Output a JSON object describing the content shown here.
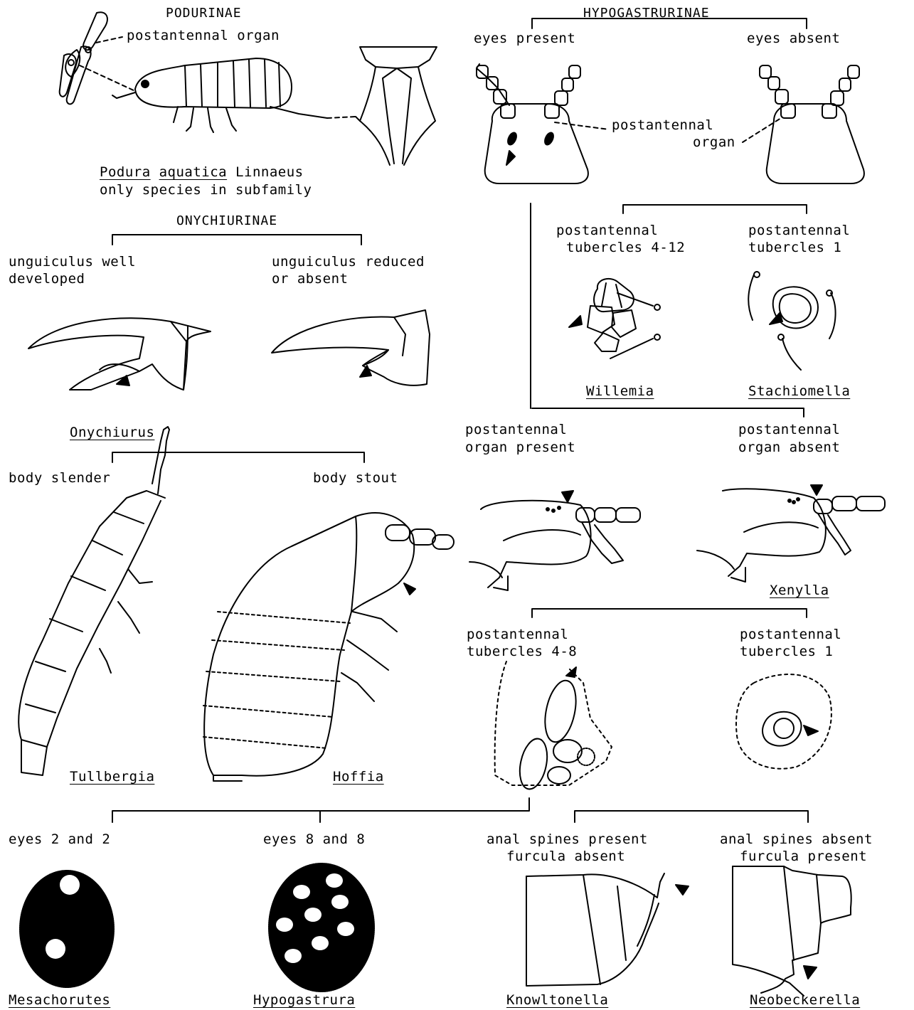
{
  "podurinae": {
    "heading": "PODURINAE",
    "postantennal_organ": "postantennal organ",
    "species_genus": "Podura",
    "species_epithet": "aquatica",
    "species_author": "Linnaeus",
    "note": "only species in subfamily"
  },
  "hypogastrurinae": {
    "heading": "HYPOGASTRURINAE",
    "eyes_present": "eyes present",
    "eyes_absent": "eyes absent",
    "postantennal": "postantennal",
    "organ": "organ",
    "tub_4_12_a": "postantennal",
    "tub_4_12_b": "tubercles 4-12",
    "tub_1_a": "postantennal",
    "tub_1_b": "tubercles 1",
    "willemia": "Willemia",
    "stachiomella": "Stachiomella",
    "org_present_a": "postantennal",
    "org_present_b": "organ present",
    "org_absent_a": "postantennal",
    "org_absent_b": "organ absent",
    "xenylla": "Xenylla",
    "tub_4_8_a": "postantennal",
    "tub_4_8_b": "tubercles 4-8",
    "tub_1b_a": "postantennal",
    "tub_1b_b": "tubercles 1",
    "anal_present_a": "anal spines present",
    "anal_present_b": "furcula absent",
    "anal_absent_a": "anal spines absent",
    "anal_absent_b": "furcula present",
    "knowltonella": "Knowltonella",
    "neobeckerella": "Neobeckerella"
  },
  "onychiurinae": {
    "heading": "ONYCHIURINAE",
    "ung_well_a": "unguiculus well",
    "ung_well_b": "developed",
    "ung_red_a": "unguiculus reduced",
    "ung_red_b": "or absent",
    "onychiurus": "Onychiurus",
    "body_slender": "body slender",
    "body_stout": "body stout",
    "tullbergia": "Tullbergia",
    "hoffia": "Hoffia"
  },
  "eyes": {
    "eyes_2": "eyes 2 and 2",
    "eyes_8": "eyes 8 and 8",
    "mesachorutes": "Mesachorutes",
    "hypogastrura": "Hypogastrura"
  }
}
